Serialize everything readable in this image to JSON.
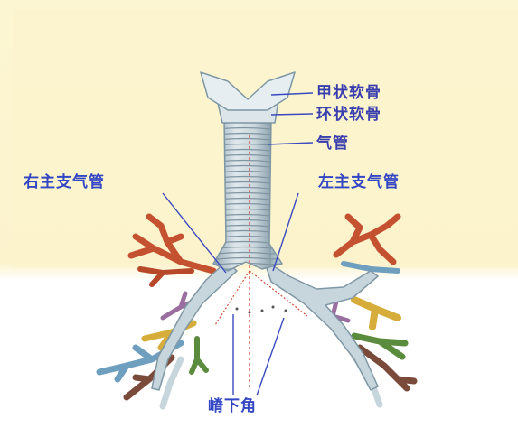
{
  "labels": {
    "thyroid_cartilage": "甲状软骨",
    "cricoid_cartilage": "环状软骨",
    "trachea": "气管",
    "right_main_bronchus": "右主支气管",
    "left_main_bronchus": "左主支气管",
    "carina": "嵴下角"
  },
  "colors": {
    "background_top": "#fcf5cf",
    "airway_fill": "#c7d5dc",
    "airway_outline": "#7f97a4",
    "leader_line": "#3a49c0",
    "label_text": "#3346c4",
    "red_branch": "#c4512f",
    "yellow_branch": "#d6ad3a",
    "green_branch": "#5b8b3c",
    "blue_branch": "#6f9fbe",
    "brown_branch": "#7a4b3a",
    "purple_branch": "#9a6e9e"
  }
}
